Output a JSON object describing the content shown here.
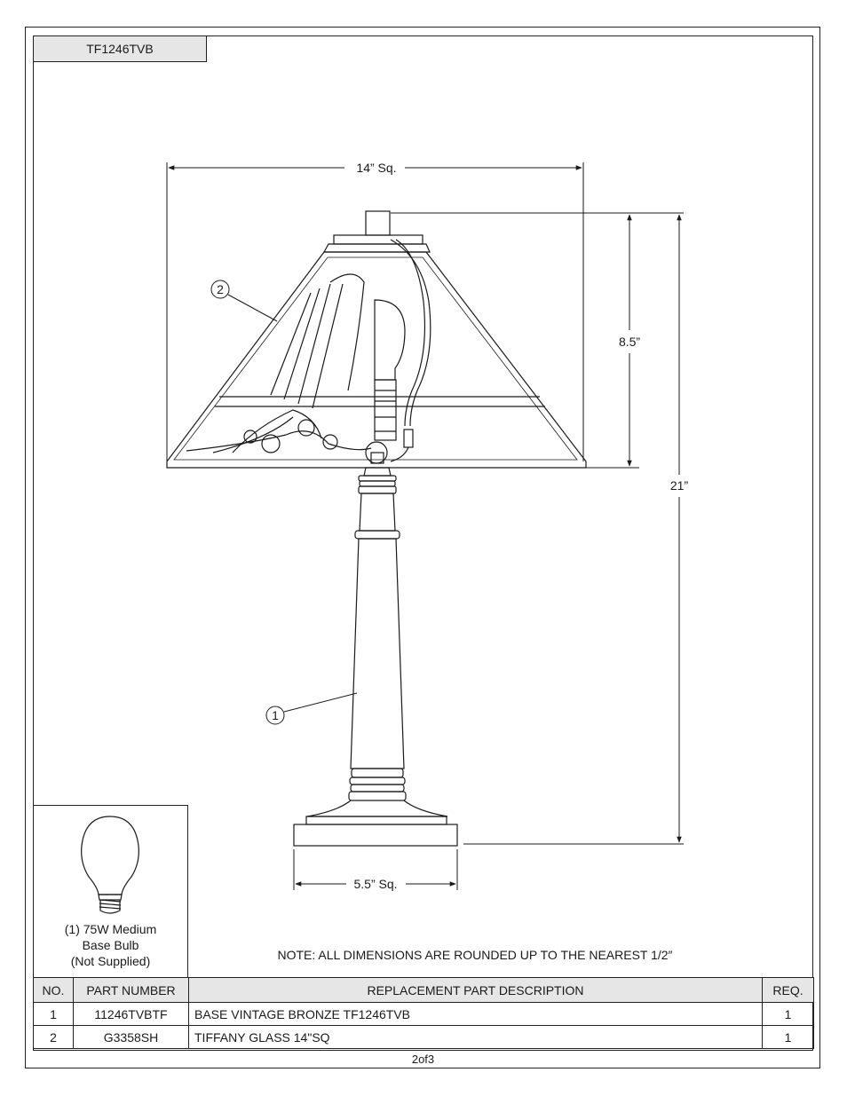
{
  "model": "TF1246TVB",
  "dimensions": {
    "shade_width": "14” Sq.",
    "shade_height": "8.5”",
    "overall_height": "21”",
    "base_width": "5.5” Sq."
  },
  "callouts": {
    "base": "1",
    "shade": "2"
  },
  "bulb": {
    "line1": "(1) 75W Medium",
    "line2": "Base Bulb",
    "line3": "(Not Supplied)"
  },
  "note": "NOTE:  ALL DIMENSIONS ARE ROUNDED UP TO THE NEAREST  1/2″",
  "table": {
    "headers": {
      "no": "NO.",
      "part_number": "PART NUMBER",
      "description": "REPLACEMENT PART DESCRIPTION",
      "req": "REQ."
    },
    "rows": [
      {
        "no": "1",
        "part_number": "11246TVBTF",
        "description": "BASE VINTAGE BRONZE TF1246TVB",
        "req": "1"
      },
      {
        "no": "2",
        "part_number": "G3358SH",
        "description": "TIFFANY GLASS 14\"SQ",
        "req": "1"
      }
    ]
  },
  "page": "2of3"
}
